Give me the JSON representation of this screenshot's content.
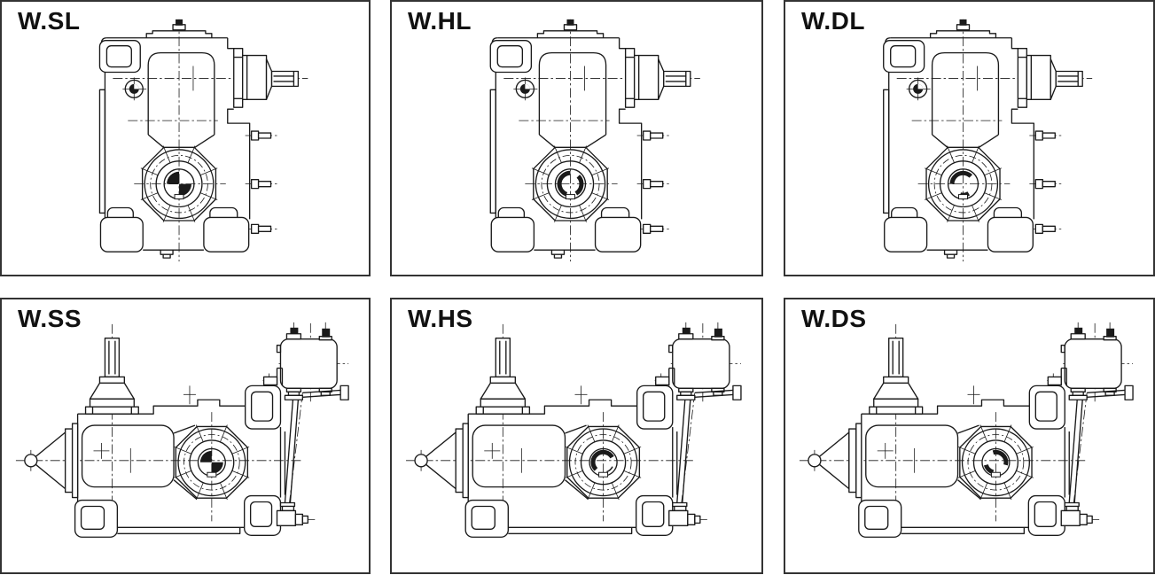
{
  "title": "Worm gearbox mounting variants",
  "panels": [
    {
      "label": "W.SL",
      "view": "side",
      "bore": "solid-shaft"
    },
    {
      "label": "W.HL",
      "view": "side",
      "bore": "hollow-shaft-a"
    },
    {
      "label": "W.DL",
      "view": "side",
      "bore": "hollow-shaft-b"
    },
    {
      "label": "W.SS",
      "view": "plan",
      "bore": "solid-shaft"
    },
    {
      "label": "W.HS",
      "view": "plan",
      "bore": "hollow-shaft-a"
    },
    {
      "label": "W.DS",
      "view": "plan",
      "bore": "hollow-shaft-b"
    }
  ],
  "colors": {
    "line": "#1a1a1a",
    "background": "#ffffff",
    "border": "#333333",
    "label": "#111111"
  }
}
